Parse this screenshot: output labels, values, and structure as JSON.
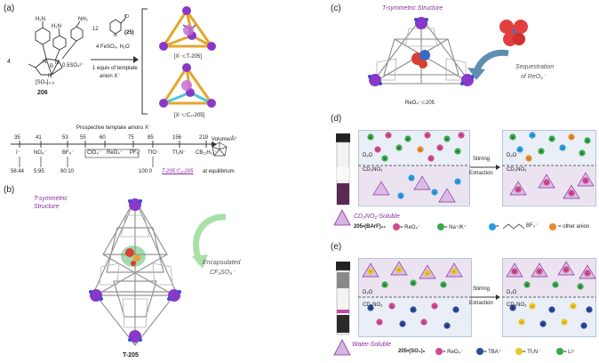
{
  "panels": {
    "a": {
      "label": "(a)",
      "amine_count": "4",
      "compound_206": "206",
      "salt_formula": "[SO₄]₀.₅",
      "counter": "0.5SO₄²⁻",
      "aldehyde_count": "12",
      "aldehyde_num": "(25)",
      "reagents": "4 FeSO₄, H₂O",
      "template_line1": "1 equiv of template",
      "template_line2": "anion X⁻",
      "product_T": "[X⁻⊂T-205]",
      "product_C3": "[X⁻⊂C₃-205]",
      "scale_title": "Prospective template anions X⁻",
      "volume_label": "Volume/Å³",
      "volumes": [
        "35",
        "41",
        "53",
        "55",
        "60",
        "75",
        "85",
        "156",
        "219"
      ],
      "anions": [
        "I⁻",
        "NO₃⁻",
        "BF₄⁻",
        "ClO₄⁻",
        "ReO₄⁻",
        "PF₆⁻",
        "TfO⁻",
        "Tf₂N⁻",
        "CB₁₁H₁₂⁻"
      ],
      "ratios": [
        "56:44",
        "5:95",
        "90:10",
        "100:0"
      ],
      "equilibrium_ratio": "T-205:C₃-205",
      "equilibrium_suffix": "at equilibrium"
    },
    "b": {
      "label": "(b)",
      "title_line1": "T-symmetric",
      "title_line2": "Structure",
      "annotation_line1": "Encapsulated",
      "annotation_line2": "CF₃SO₃⁻",
      "caption": "T-205"
    },
    "c": {
      "label": "(c)",
      "title": "T-symmetric Structure",
      "annotation_line1": "Sequestration",
      "annotation_line2": "of ReO₄⁻",
      "caption": "ReO₄⁻⊂205"
    },
    "d": {
      "label": "(d)",
      "top_solvent": "D₂O",
      "bottom_solvent": "CD₃NO₂",
      "arrow_top": "Stirring",
      "arrow_bottom": "Extraction",
      "solubility": "CD₃NO₂-Soluble",
      "cage_formula": "205•(BArF)₁₂",
      "legend": [
        "= ReO₄⁻",
        "= Na⁺/K⁺",
        "=",
        "= other anion"
      ],
      "legend_bf": "BF₃⁻"
    },
    "e": {
      "label": "(e)",
      "top_solvent": "D₂O",
      "bottom_solvent": "CD₃NO₂",
      "arrow_top": "Stirring",
      "arrow_bottom": "Extraction",
      "solubility": "Water-Soluble",
      "cage_formula": "205•(SO₄)₆",
      "legend": [
        "= ReO₄⁻",
        "= TBA⁺",
        "= Tf₂N⁻",
        "= Li⁺"
      ]
    }
  },
  "colors": {
    "accent_purple": "#8a2f9c",
    "gold": "#e3a72f",
    "iron": "#8a38c8",
    "top_phase": "#e9eef7",
    "bottom_phase": "#ece3f1",
    "rhenium": "#d04a8c",
    "cation_green": "#3aa84a",
    "anion_blue": "#2d9be0",
    "other_orange": "#e58a2f",
    "tf2n_yellow": "#e8c52a",
    "tba_blue": "#2e4a9a"
  }
}
